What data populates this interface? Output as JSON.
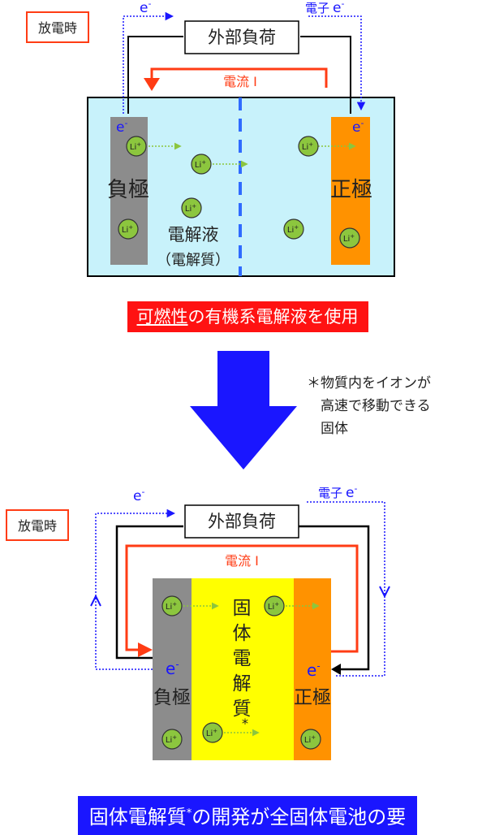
{
  "top": {
    "mode_label": "放電時",
    "load_label": "外部負荷",
    "electron_left": "e",
    "electron_right_prefix": "電子",
    "electron_right": "e",
    "electron_sup": "-",
    "current_label": "電流 I",
    "neg_electrode": "負極",
    "pos_electrode": "正極",
    "electrolyte": "電解液",
    "electrolyte_sub": "（電解質）",
    "ion_label": "Li",
    "ion_sup": "+"
  },
  "banner_top": {
    "highlight": "可燃性",
    "rest": "の有機系電解液を使用"
  },
  "note": {
    "lines": [
      "＊物質内をイオンが",
      "　高速で移動できる",
      "　固体"
    ]
  },
  "bottom": {
    "mode_label": "放電時",
    "load_label": "外部負荷",
    "electron_left": "e",
    "electron_right_prefix": "電子",
    "electron_right": "e",
    "electron_sup": "-",
    "current_label": "電流 I",
    "neg_electrode": "負極",
    "pos_electrode": "正極",
    "solid_electrolyte_chars": [
      "固",
      "体",
      "電",
      "解",
      "質"
    ],
    "asterisk": "*",
    "ion_label": "Li",
    "ion_sup": "+"
  },
  "banner_bottom": {
    "part1": "固体電解質",
    "sup": "*",
    "part2": "の開発が全固体電池の要"
  },
  "colors": {
    "red": "#ff3c14",
    "blue": "#1a16ff",
    "electrolyte_bg": "#c8f2fb",
    "solid_bg": "#ffff00",
    "anode": "#8c8c8c",
    "cathode": "#ff9200",
    "ion": "#8cc63e"
  }
}
